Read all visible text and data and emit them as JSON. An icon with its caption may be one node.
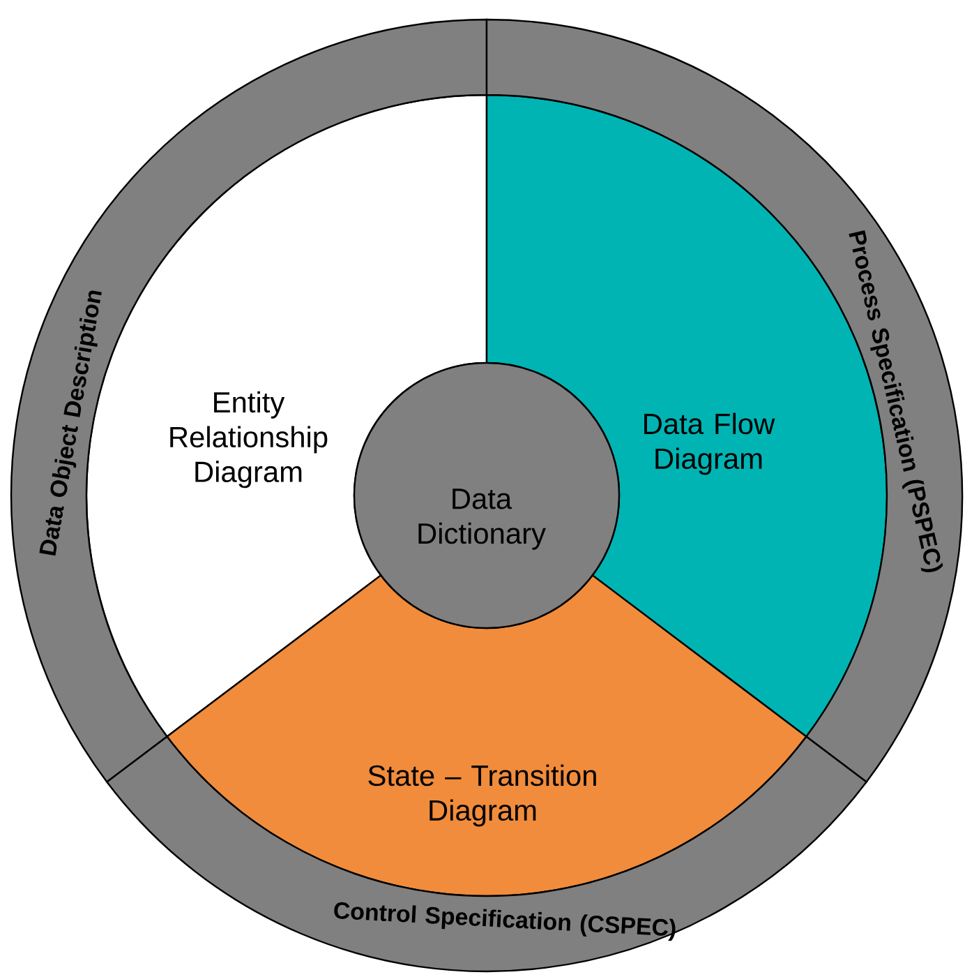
{
  "diagram": {
    "nodes": [
      {
        "text": [
          "Data Object Description"
        ]
      },
      {
        "text": [
          "Process Specification (PSPEC)"
        ]
      },
      {
        "text": [
          "Entity Relationship Diagram"
        ]
      },
      {
        "text": [
          "Data Flow Diagram"
        ]
      },
      {
        "text": [
          "Data Dictionary"
        ]
      },
      {
        "text": [
          "State – Transition Diagram"
        ]
      },
      {
        "text": [
          "Control Specification (CSPEC)"
        ]
      }
    ]
  }
}
